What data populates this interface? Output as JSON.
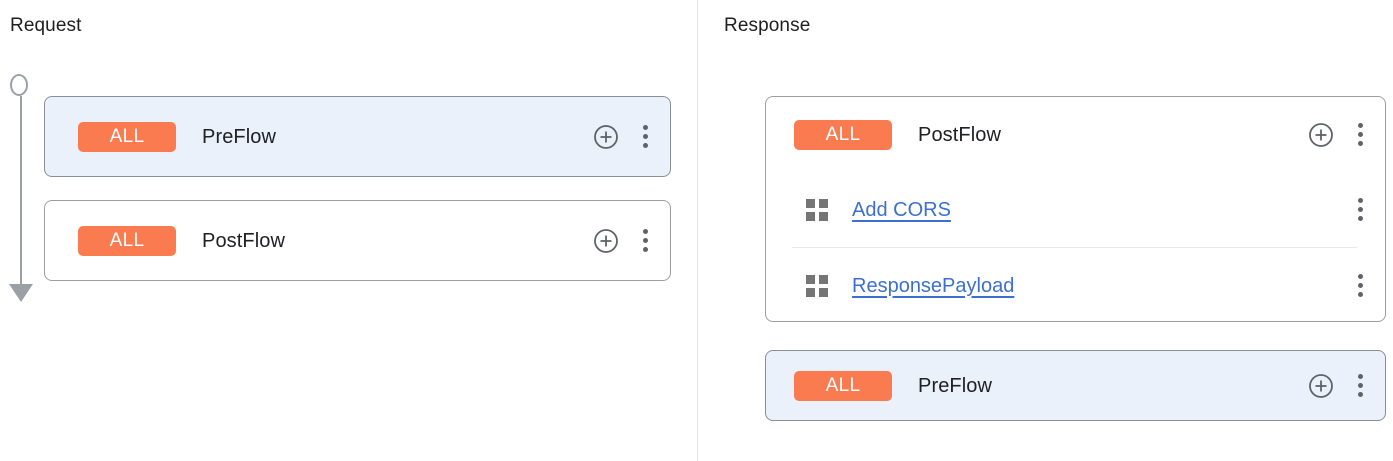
{
  "colors": {
    "badge_bg": "#FA7B50",
    "badge_text": "#FFFFFF",
    "selected_card_bg": "#EAF1FB",
    "card_border": "#9E9E9E",
    "link": "#3C6FD0",
    "rail": "#9AA0A6",
    "divider": "#E3E3E3",
    "text": "#202124"
  },
  "request": {
    "title": "Request",
    "rail": {
      "start_icon": "circle-node-icon",
      "end_icon": "arrow-down-icon",
      "direction": "down"
    },
    "cards": [
      {
        "id": "request-preflow",
        "badge": "ALL",
        "name": "PreFlow",
        "selected": true,
        "add_icon": "plus-circle-icon",
        "menu_icon": "kebab-menu-icon",
        "policies": []
      },
      {
        "id": "request-postflow",
        "badge": "ALL",
        "name": "PostFlow",
        "selected": false,
        "add_icon": "plus-circle-icon",
        "menu_icon": "kebab-menu-icon",
        "policies": []
      }
    ]
  },
  "response": {
    "title": "Response",
    "rail": {
      "start_icon": "arrow-up-icon",
      "end_icon": "circle-node-icon",
      "direction": "up"
    },
    "cards": [
      {
        "id": "response-postflow",
        "badge": "ALL",
        "name": "PostFlow",
        "selected": false,
        "add_icon": "plus-circle-icon",
        "menu_icon": "kebab-menu-icon",
        "policies": [
          {
            "name": "Add CORS",
            "drag_icon": "drag-grid-icon",
            "menu_icon": "kebab-menu-icon"
          },
          {
            "name": "ResponsePayload",
            "drag_icon": "drag-grid-icon",
            "menu_icon": "kebab-menu-icon"
          }
        ]
      },
      {
        "id": "response-preflow",
        "badge": "ALL",
        "name": "PreFlow",
        "selected": true,
        "add_icon": "plus-circle-icon",
        "menu_icon": "kebab-menu-icon",
        "policies": []
      }
    ]
  }
}
